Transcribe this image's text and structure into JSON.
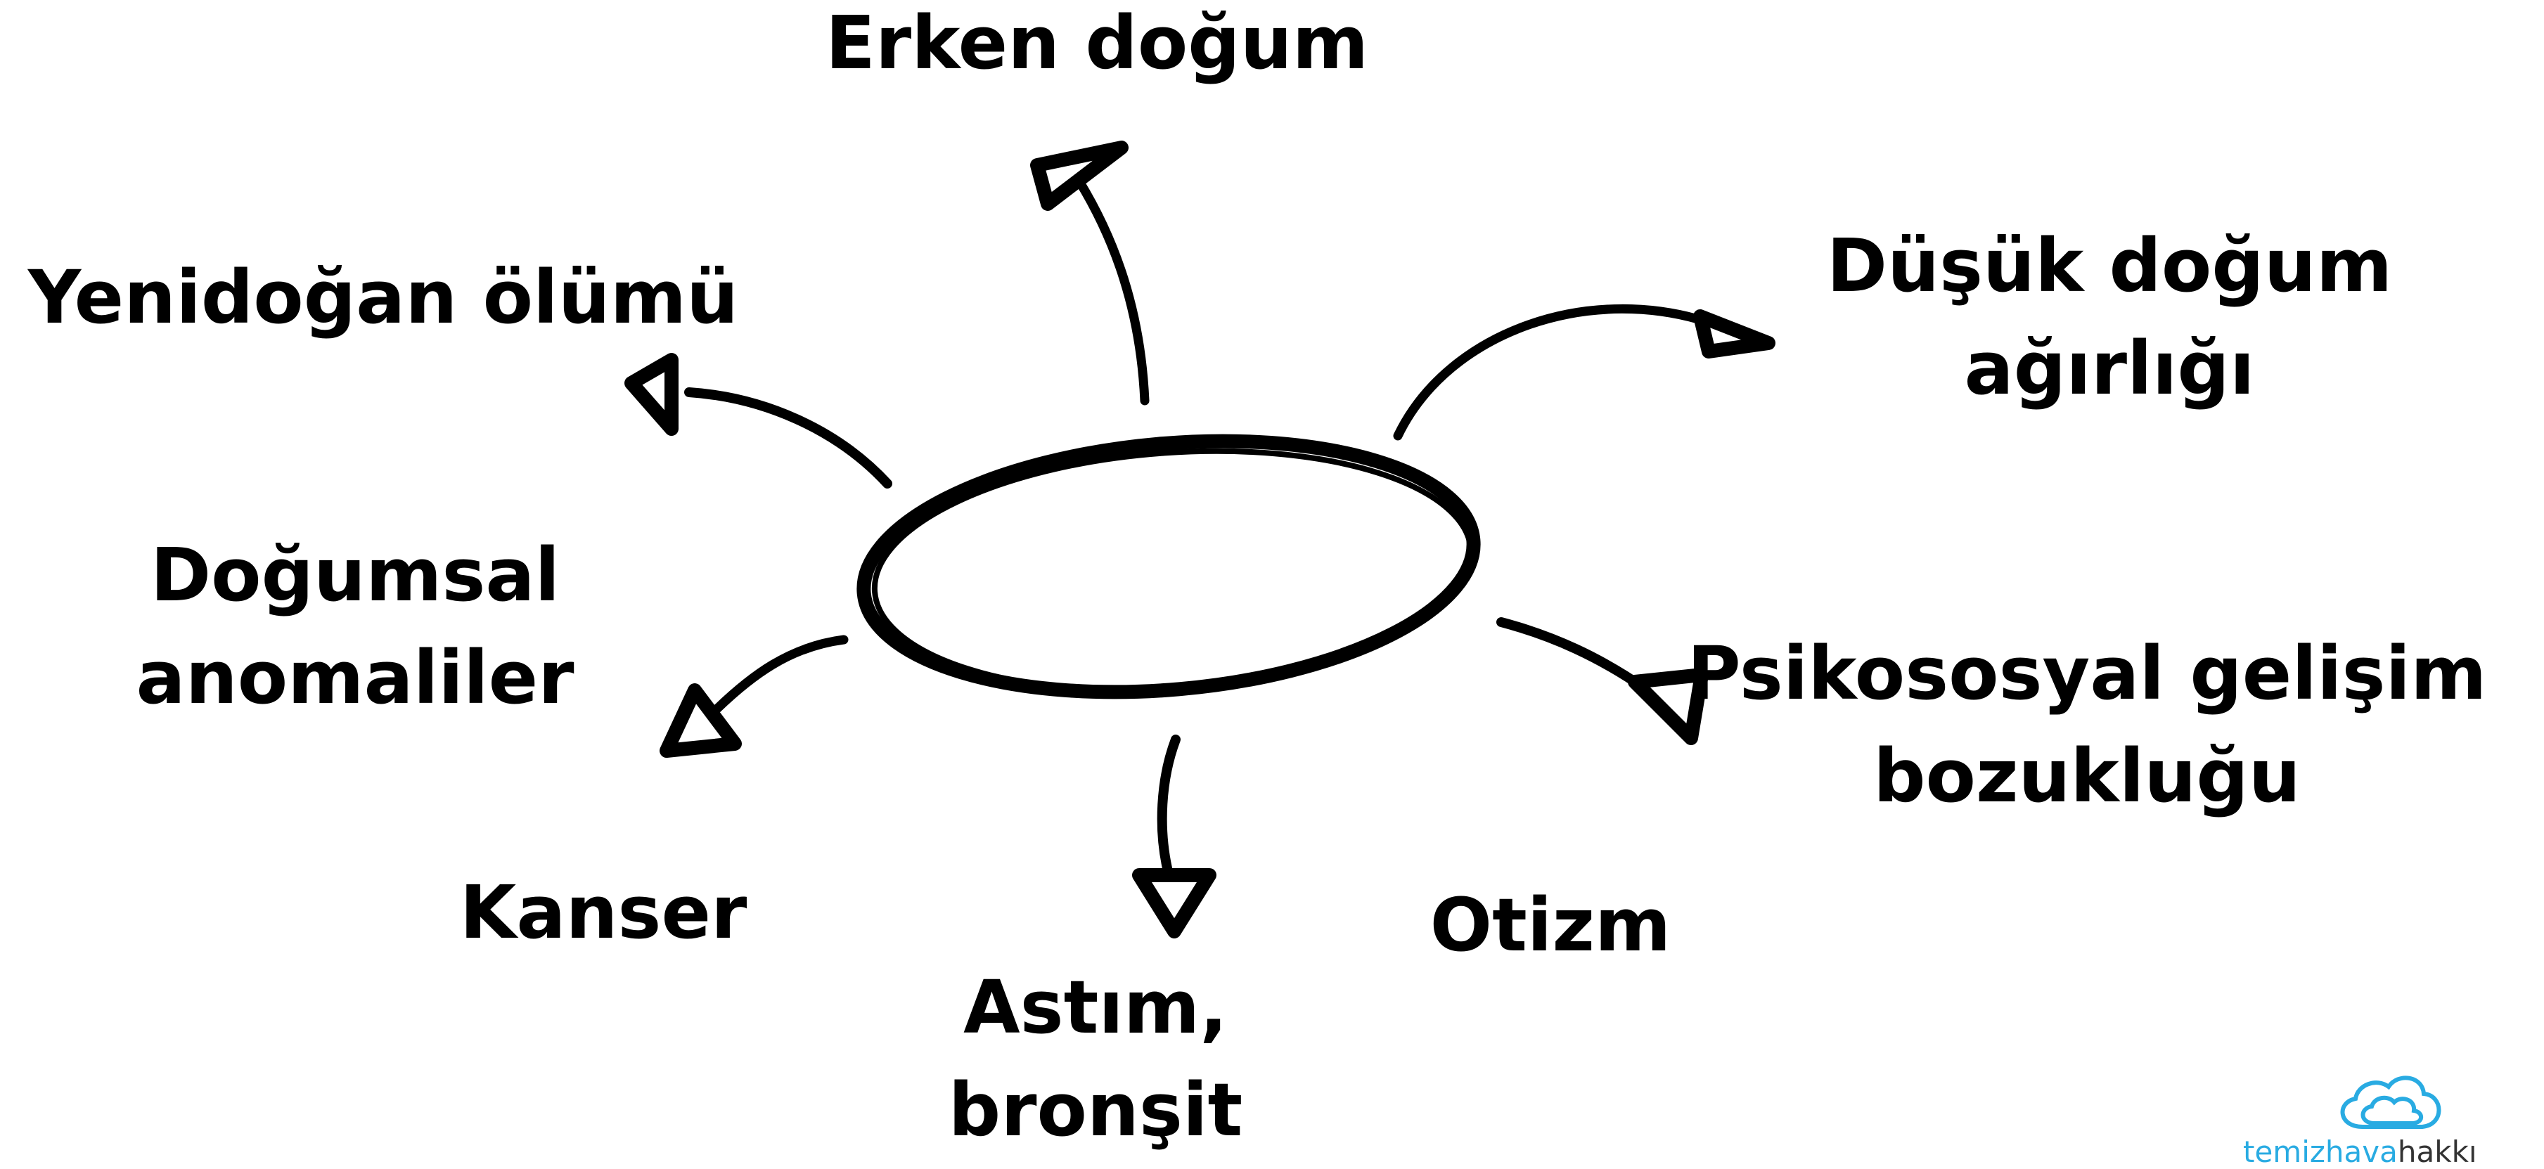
{
  "diagram": {
    "labels": {
      "erken_dogum": [
        "Erken doğum"
      ],
      "yenidogan_olumu": [
        "Yenidoğan ölümü"
      ],
      "dusuk_dogum_agirligi": [
        "Düşük doğum",
        "ağırlığı"
      ],
      "dogumsal_anomaliler": [
        "Doğumsal",
        "anomaliler"
      ],
      "psikososyal": [
        "Psikososyal gelişim",
        "bozukluğu"
      ],
      "kanser": [
        "Kanser"
      ],
      "otizm": [
        "Otizm"
      ],
      "astim": [
        "Astım,",
        "bronşit"
      ]
    }
  },
  "logo": {
    "name": "temizhava-logo",
    "text_part1": "temizhava",
    "text_part2": "hakkı",
    "colors": {
      "primary": "#29abe2",
      "secondary": "#333333"
    }
  }
}
